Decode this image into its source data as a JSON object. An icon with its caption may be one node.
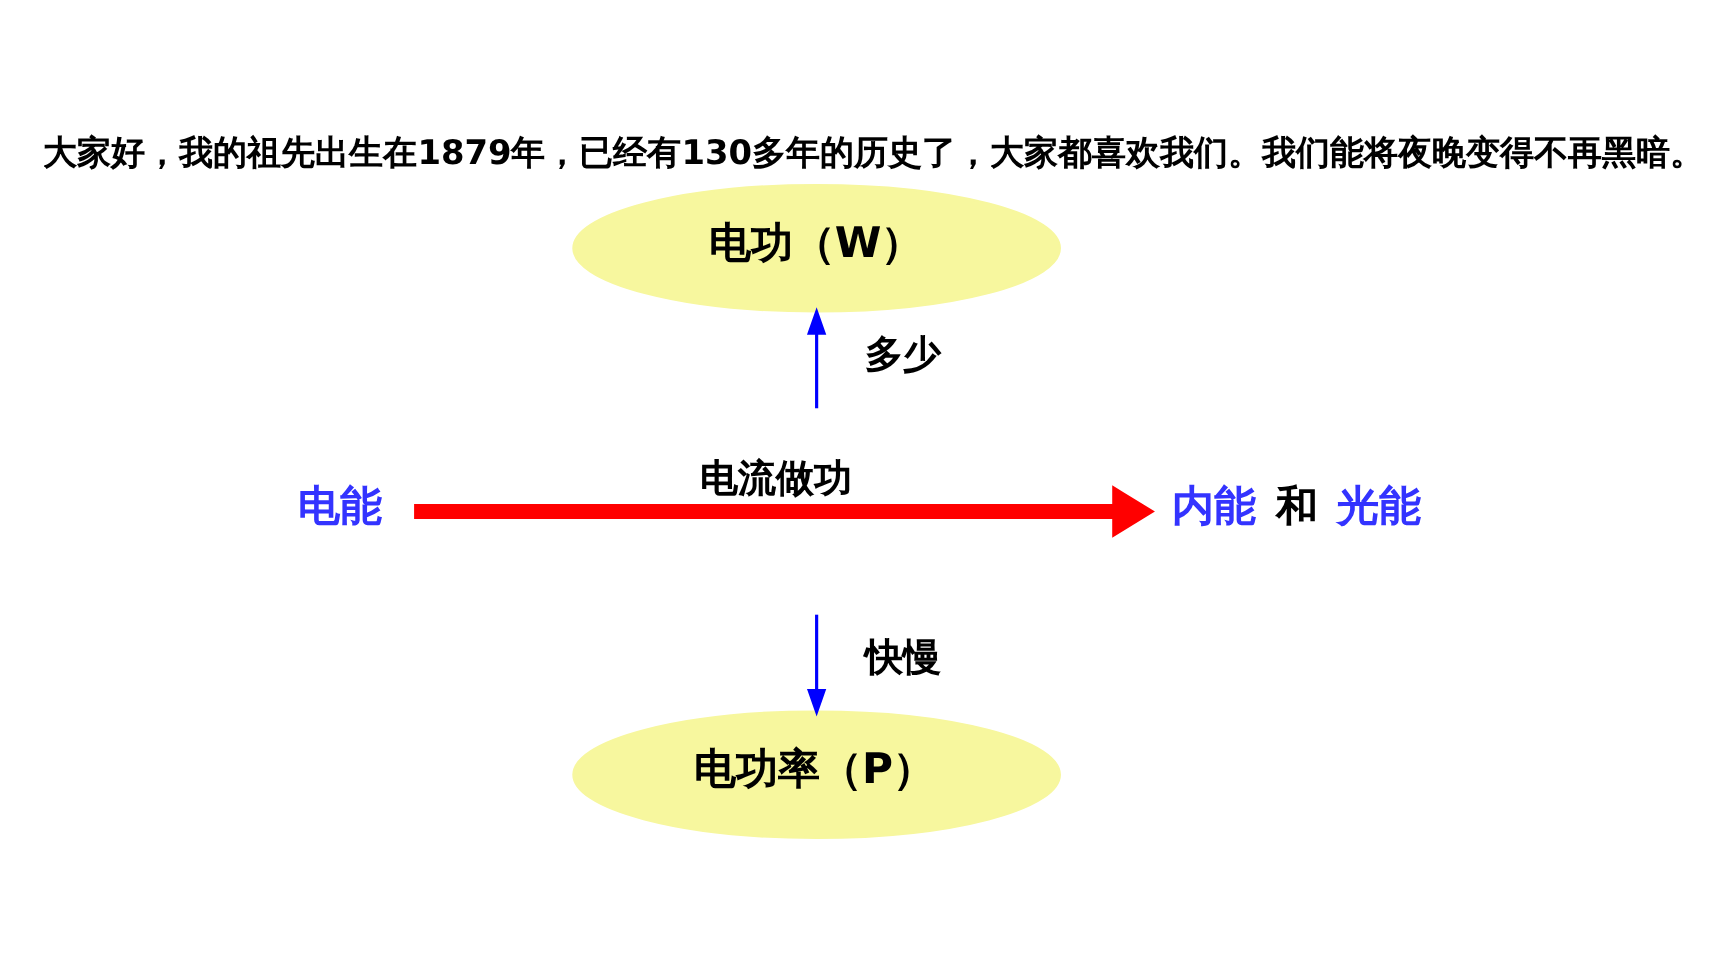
{
  "diagram": {
    "title": "大家好，我的祖先出生在1879年，已经有130多年的历史了，大家都喜欢我们。我们能将夜晚变得不再黑暗。",
    "nodes": [
      {
        "text": [
          "电能"
        ]
      },
      {
        "text": [
          "内能",
          "和",
          "光能"
        ]
      },
      {
        "text": [
          "电功（W）"
        ]
      },
      {
        "text": [
          "电功率（P）"
        ]
      }
    ],
    "edges": [
      {
        "from": 0,
        "to": 1,
        "arrow": "to",
        "label": "电流做功",
        "style": "thick",
        "color": "#ff0000"
      },
      {
        "from": null,
        "to": 2,
        "arrow": "to",
        "label": "多少"
      },
      {
        "from": null,
        "to": 3,
        "arrow": "to",
        "label": "快慢"
      }
    ]
  }
}
